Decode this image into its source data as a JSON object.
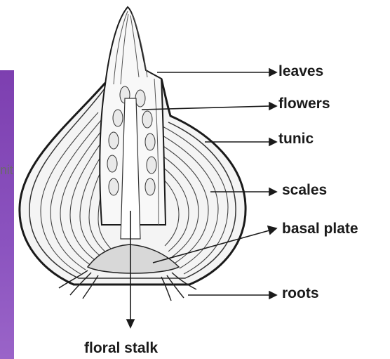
{
  "fragment_text": "nit",
  "labels": {
    "leaves": "leaves",
    "flowers": "flowers",
    "tunic": "tunic",
    "scales": "scales",
    "basal_plate": "basal plate",
    "roots": "roots",
    "floral_stalk": "floral stalk"
  },
  "colors": {
    "purple_panel": "#8b53bf",
    "ink": "#1a1a1a",
    "fragment_text": "#6a6a6a"
  }
}
